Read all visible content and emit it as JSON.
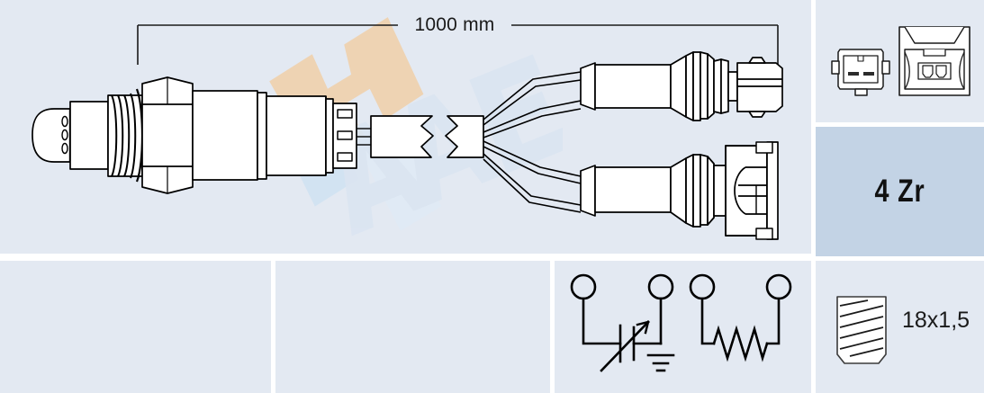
{
  "product": {
    "kind": "lambda-oxygen-sensor-technical-drawing",
    "brand_watermark": "FAE"
  },
  "main_panel": {
    "dimension_label": "1000 mm",
    "parts": {
      "sensor_tip": "protective-cap",
      "thread_section": "threaded-body",
      "hex_nut": "hex-nut",
      "body": "sensor-body",
      "cable_boot": "cable-boot",
      "cable": "cable",
      "break_symbol": "cable-break",
      "wires_count": 4,
      "connector_upper": "male-plug-connector",
      "connector_lower": "female-socket-connector"
    }
  },
  "connectors_panel": {
    "left_view": "male-plug-face-2-pin",
    "right_view": "female-socket-face-2-pin",
    "pin_count": 2
  },
  "sensor_type_panel": {
    "label": "4 Zr",
    "accent_color": "#c3d3e5"
  },
  "circuit_panel": {
    "terminals": 4,
    "symbols": [
      "variable-sensor-element",
      "ground",
      "heater-resistor"
    ]
  },
  "thread_panel": {
    "label": "18x1,5",
    "icon": "threaded-bolt-icon"
  },
  "empty_panels": {
    "a": "",
    "b": ""
  },
  "theme": {
    "background": "#ffffff",
    "panel": "#e3e9f2",
    "panel_accent": "#c3d3e5",
    "line": "#000000",
    "fill_white": "#ffffff"
  }
}
